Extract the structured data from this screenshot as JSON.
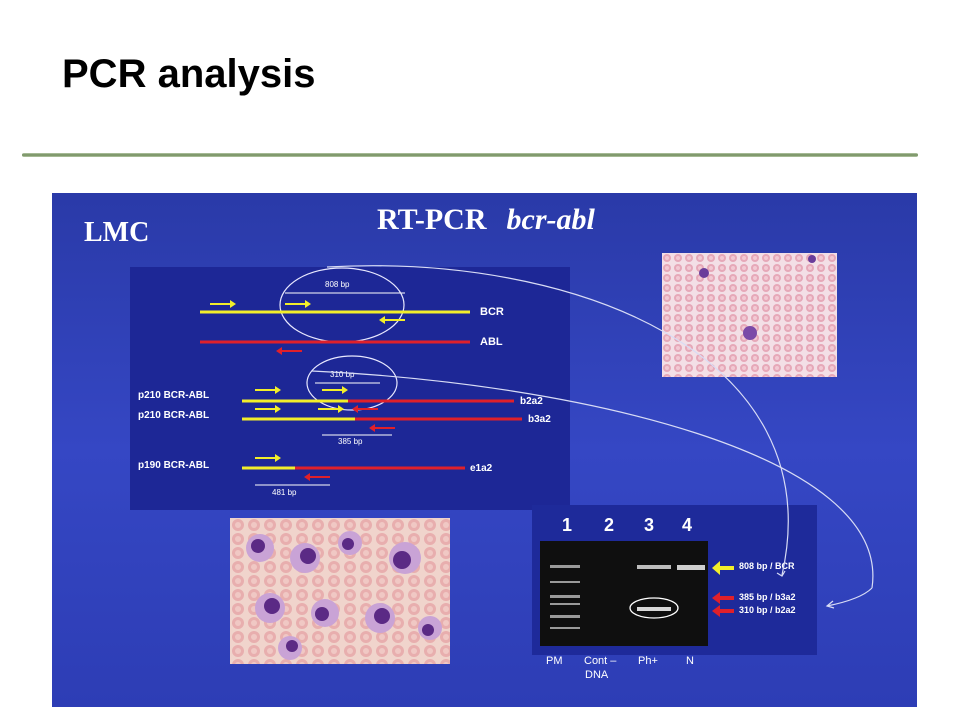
{
  "title": "PCR analysis",
  "slide": {
    "disease": "LMC",
    "heading_main": "RT-PCR",
    "heading_gene": "bcr-abl",
    "schematic": {
      "fragment_808": "808 bp",
      "fragment_310": "310 bp",
      "fragment_385": "385 bp",
      "fragment_481": "481 bp",
      "gene_bcr": "BCR",
      "gene_abl": "ABL",
      "rows": [
        {
          "left": "p210 BCR-ABL",
          "right": "b2a2"
        },
        {
          "left": "p210 BCR-ABL",
          "right": "b3a2"
        },
        {
          "left": "p190 BCR-ABL",
          "right": "e1a2"
        }
      ]
    },
    "gel": {
      "lanes": [
        "1",
        "2",
        "3",
        "4"
      ],
      "bottom_labels": [
        "PM",
        "Cont –",
        "Ph+",
        "N"
      ],
      "bottom_sub": "DNA",
      "bands": [
        "808 bp / BCR",
        "385 bp / b3a2",
        "310 bp / b2a2"
      ]
    }
  },
  "colors": {
    "slide_bg": "#3142bd",
    "bcr_line": "#f2ee2a",
    "abl_line": "#e0202a",
    "arrow_yellow": "#f2ee2a",
    "arrow_red": "#e0202a"
  }
}
